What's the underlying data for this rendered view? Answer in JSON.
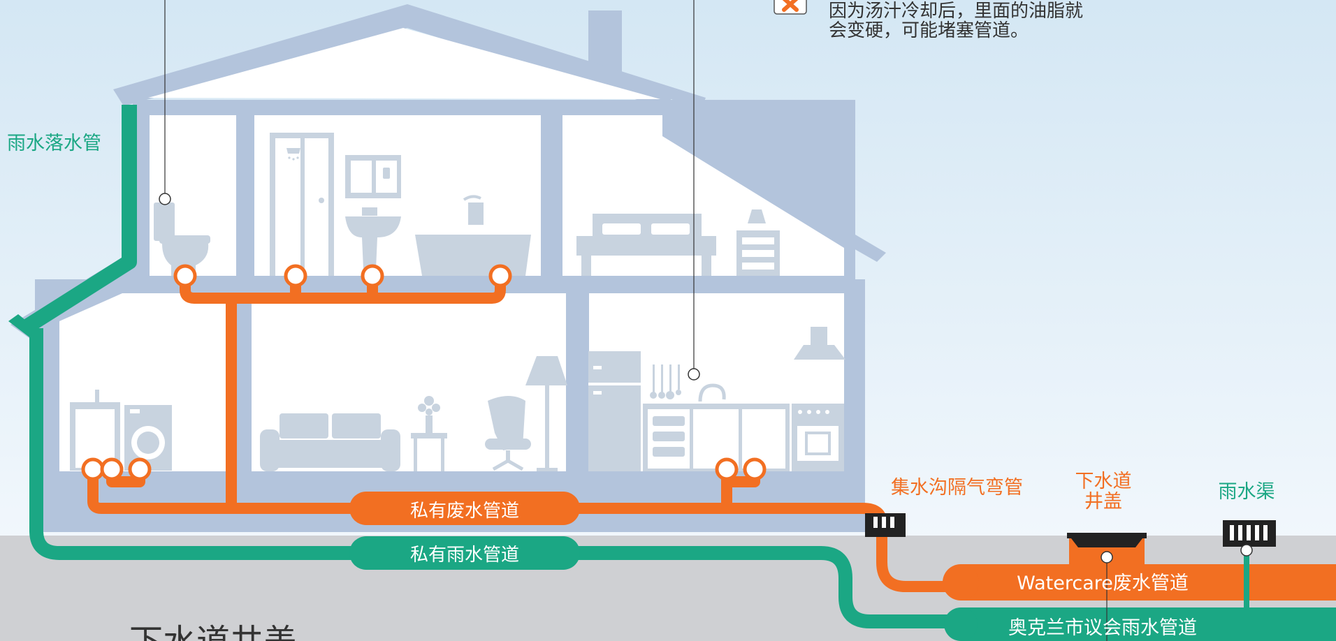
{
  "colors": {
    "sky_top": "#d6e8f4",
    "sky_bottom": "#eef5fb",
    "ground": "#cfd1d4",
    "house_frame": "#b3c4dc",
    "furniture": "#c8d3df",
    "waste_pipe": "#f26f22",
    "storm_pipe": "#1ba784",
    "dark": "#222222"
  },
  "note": {
    "icon": "warning-x-icon",
    "line1": "因为汤汁冷却后，里面的油脂就",
    "line2": "会变硬，可能堵塞管道。"
  },
  "labels": {
    "downpipe": "雨水落水管",
    "private_wastewater": "私有废水管道",
    "private_stormwater": "私有雨水管道",
    "gully_trap": "集水沟隔气弯管",
    "manhole_line1": "下水道",
    "manhole_line2": "井盖",
    "stormwater_drain": "雨水渠",
    "watercare_wastewater": "Watercare废水管道",
    "council_stormwater": "奥克兰市议会雨水管道",
    "bottom_heading": "下水道井盖"
  }
}
